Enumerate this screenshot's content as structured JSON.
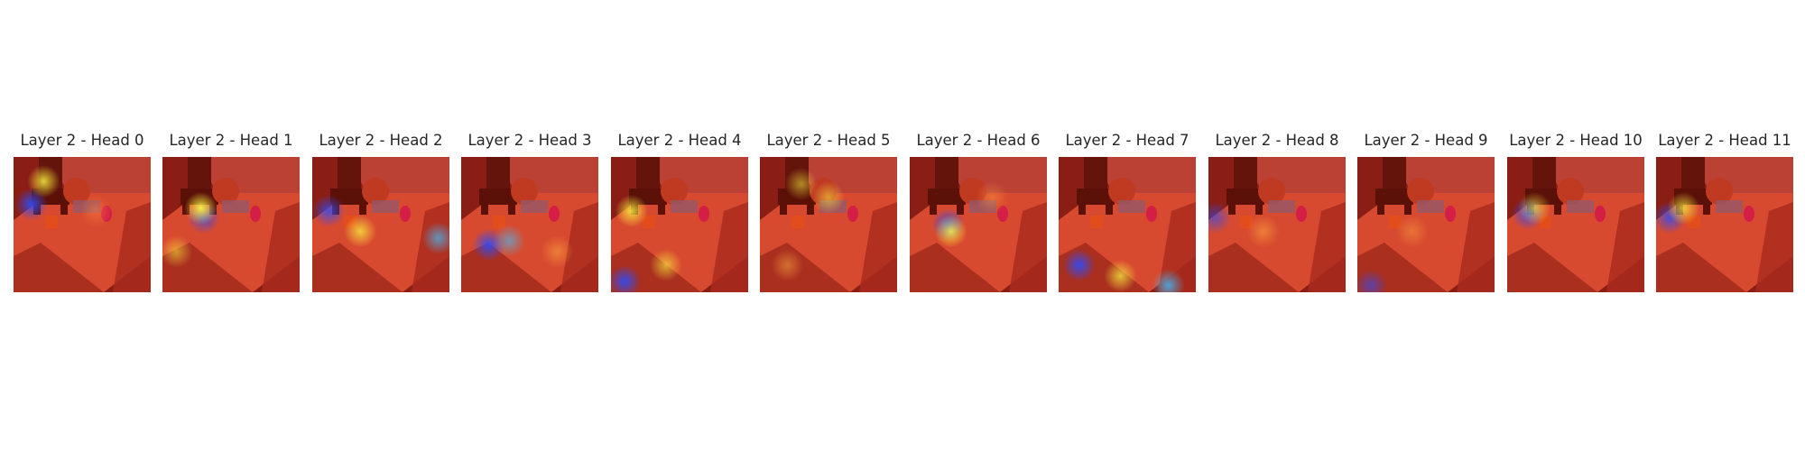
{
  "panels": [
    {
      "title": "Layer 2 - Head 0",
      "hotspots": [
        [
          0.13,
          0.35,
          "#2a4cff",
          0.9
        ],
        [
          0.22,
          0.18,
          "#ffff40",
          0.8
        ],
        [
          0.6,
          0.4,
          "#ff8040",
          0.5
        ]
      ]
    },
    {
      "title": "Layer 2 - Head 1",
      "hotspots": [
        [
          0.3,
          0.45,
          "#2a4cff",
          0.8
        ],
        [
          0.28,
          0.38,
          "#ffff40",
          0.9
        ],
        [
          0.1,
          0.7,
          "#ffff40",
          0.5
        ]
      ]
    },
    {
      "title": "Layer 2 - Head 2",
      "hotspots": [
        [
          0.12,
          0.4,
          "#2a4cff",
          0.8
        ],
        [
          0.35,
          0.55,
          "#ffff40",
          0.7
        ],
        [
          0.92,
          0.6,
          "#40c0ff",
          0.7
        ]
      ]
    },
    {
      "title": "Layer 2 - Head 3",
      "hotspots": [
        [
          0.2,
          0.65,
          "#2a4cff",
          0.9
        ],
        [
          0.35,
          0.62,
          "#40c0ff",
          0.6
        ],
        [
          0.7,
          0.7,
          "#ffb040",
          0.5
        ]
      ]
    },
    {
      "title": "Layer 2 - Head 4",
      "hotspots": [
        [
          0.1,
          0.92,
          "#2a4cff",
          0.9
        ],
        [
          0.15,
          0.4,
          "#ffff40",
          0.8
        ],
        [
          0.4,
          0.8,
          "#ffff40",
          0.6
        ]
      ]
    },
    {
      "title": "Layer 2 - Head 5",
      "hotspots": [
        [
          0.3,
          0.2,
          "#ffff40",
          0.5
        ],
        [
          0.5,
          0.3,
          "#ffff40",
          0.5
        ],
        [
          0.2,
          0.8,
          "#ffb040",
          0.5
        ]
      ]
    },
    {
      "title": "Layer 2 - Head 6",
      "hotspots": [
        [
          0.28,
          0.5,
          "#2a4cff",
          0.9
        ],
        [
          0.3,
          0.55,
          "#ffff40",
          0.8
        ],
        [
          0.6,
          0.3,
          "#ffa040",
          0.4
        ]
      ]
    },
    {
      "title": "Layer 2 - Head 7",
      "hotspots": [
        [
          0.15,
          0.8,
          "#2a4cff",
          0.9
        ],
        [
          0.45,
          0.88,
          "#ffff40",
          0.7
        ],
        [
          0.8,
          0.95,
          "#40c0ff",
          0.8
        ]
      ]
    },
    {
      "title": "Layer 2 - Head 8",
      "hotspots": [
        [
          0.05,
          0.45,
          "#2a4cff",
          0.6
        ],
        [
          0.4,
          0.55,
          "#ffb040",
          0.5
        ]
      ]
    },
    {
      "title": "Layer 2 - Head 9",
      "hotspots": [
        [
          0.1,
          0.95,
          "#2a4cff",
          0.6
        ],
        [
          0.4,
          0.55,
          "#ffb040",
          0.4
        ]
      ]
    },
    {
      "title": "Layer 2 - Head 10",
      "hotspots": [
        [
          0.15,
          0.42,
          "#2a4cff",
          0.8
        ],
        [
          0.2,
          0.38,
          "#ffff40",
          0.6
        ]
      ]
    },
    {
      "title": "Layer 2 - Head 11",
      "hotspots": [
        [
          0.1,
          0.45,
          "#2a4cff",
          0.8
        ],
        [
          0.2,
          0.38,
          "#ffff40",
          0.7
        ]
      ]
    }
  ]
}
